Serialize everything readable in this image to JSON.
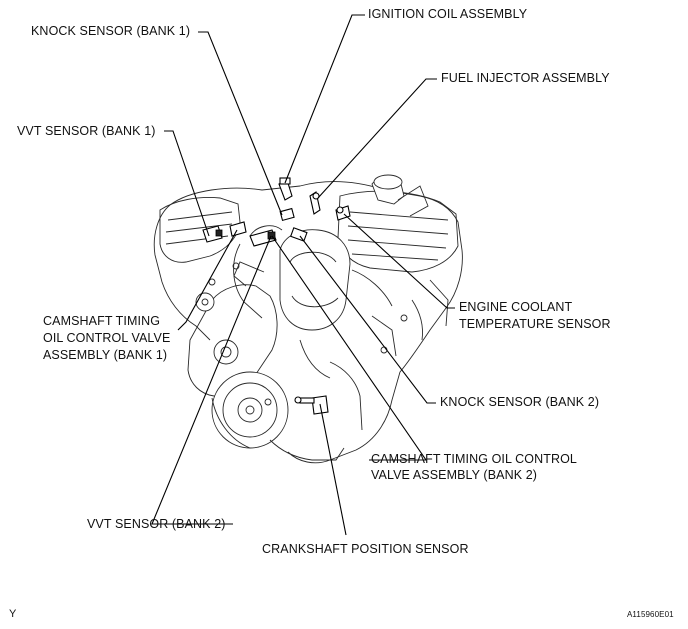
{
  "labels": {
    "knock_sensor_bank1": "KNOCK SENSOR (BANK 1)",
    "ignition_coil": "IGNITION COIL ASSEMBLY",
    "fuel_injector": "FUEL INJECTOR ASSEMBLY",
    "vvt_sensor_bank1": "VVT SENSOR (BANK 1)",
    "engine_coolant_temp_line1": "ENGINE COOLANT",
    "engine_coolant_temp_line2": "TEMPERATURE SENSOR",
    "camshaft_ocv_bank1_line1": "CAMSHAFT TIMING",
    "camshaft_ocv_bank1_line2": "OIL CONTROL VALVE",
    "camshaft_ocv_bank1_line3": "ASSEMBLY (BANK 1)",
    "knock_sensor_bank2": "KNOCK SENSOR (BANK 2)",
    "camshaft_ocv_bank2_line1": "CAMSHAFT TIMING OIL CONTROL",
    "camshaft_ocv_bank2_line2": "VALVE ASSEMBLY (BANK 2)",
    "vvt_sensor_bank2": "VVT SENSOR (BANK 2)",
    "crankshaft_position_sensor": "CRANKSHAFT POSITION SENSOR"
  },
  "footer": {
    "left_mark": "Y",
    "figure_id": "A115960E01"
  }
}
